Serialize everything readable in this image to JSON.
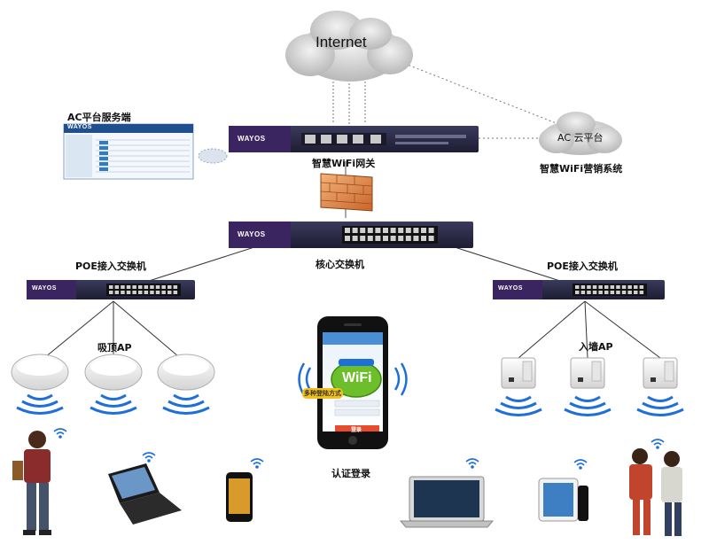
{
  "labels": {
    "internet": "Internet",
    "ac_server": "AC平台服务端",
    "ac_cloud": "AC 云平台",
    "marketing": "智慧WiFi营销系统",
    "gateway": "智慧WiFi网关",
    "core_switch": "核心交换机",
    "poe_left": "POE接入交换机",
    "poe_right": "POE接入交换机",
    "ceiling_ap": "吸顶AP",
    "wall_ap": "入墙AP",
    "auth_login": "认证登录"
  },
  "brand": "WAYOS",
  "phone_screen": {
    "wifi_logo": "WiFi",
    "badge": "多种登陆方式",
    "login_button": "登录"
  },
  "colors": {
    "device_body": "#2a2a4a",
    "device_accent": "#5b2a82",
    "signal": "#1f6fd8",
    "firewall": "#e08a3c",
    "cloud": "#c8c8c8"
  }
}
